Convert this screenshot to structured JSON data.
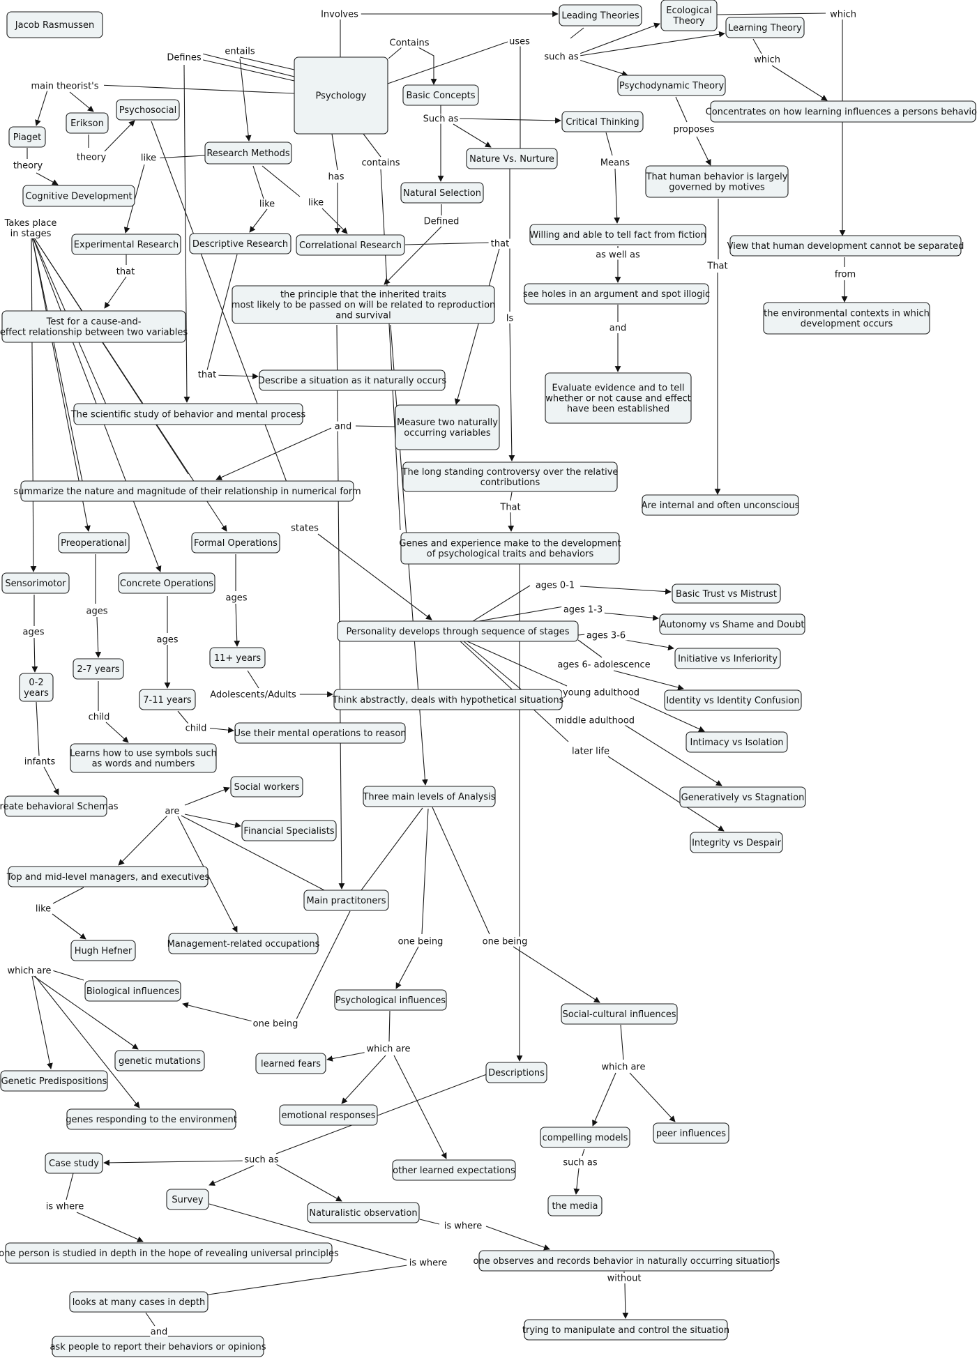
{
  "concepts": {
    "author": [
      "Jacob Rasmussen"
    ],
    "psychology": [
      "Psychology"
    ],
    "leading_theories": [
      "Leading Theories"
    ],
    "ecological": [
      "Ecological",
      "Theory"
    ],
    "learning_theory": [
      "Learning Theory"
    ],
    "psychodynamic": [
      "Psychodynamic Theory"
    ],
    "concentrates": [
      "Concentrates on how learning influences a persons behavior"
    ],
    "basic_concepts": [
      "Basic Concepts"
    ],
    "critical_thinking": [
      "Critical Thinking"
    ],
    "nature_nurture": [
      "Nature Vs. Nurture"
    ],
    "natural_selection": [
      "Natural Selection"
    ],
    "human_behavior": [
      "That human behavior is largely",
      "governed by motives"
    ],
    "view_dev": [
      "View that human development cannot be separated"
    ],
    "env_contexts": [
      "the environmental contexts in which",
      "development occurs"
    ],
    "willing": [
      "Willing and able to tell fact from fiction"
    ],
    "see_holes": [
      "see holes in an argument and spot illogic"
    ],
    "evaluate": [
      "Evaluate evidence and to tell",
      "whether or not cause and effect",
      "have been established"
    ],
    "principle": [
      "the principle that the inherited traits",
      "most likely to be passed on will be related to reproduction",
      "and survival"
    ],
    "piaget": [
      "Piaget"
    ],
    "erikson": [
      "Erikson"
    ],
    "psychosocial": [
      "Psychosocial"
    ],
    "research_methods": [
      "Research Methods"
    ],
    "cognitive_dev": [
      "Cognitive Development"
    ],
    "experimental": [
      "Experimental Research"
    ],
    "descriptive": [
      "Descriptive Research"
    ],
    "correlational": [
      "Correlational Research"
    ],
    "test_cause": [
      "Test for a cause-and-",
      "effect relationship between two variables"
    ],
    "describe_situation": [
      "Describe a situation as it naturally occurs"
    ],
    "scientific_study": [
      "The scientific study of behavior and mental process"
    ],
    "measure_two": [
      "Measure two naturally",
      "occurring variables"
    ],
    "long_standing": [
      "The long standing controversy over the relative",
      "contributions"
    ],
    "summarize": [
      "summarize the nature and magnitude of their relationship in numerical form"
    ],
    "genes_experience": [
      "Genes and experience make to the development",
      "of psychological traits and behaviors"
    ],
    "internal": [
      "Are internal and often unconscious"
    ],
    "preoperational": [
      "Preoperational"
    ],
    "formal_ops": [
      "Formal Operations"
    ],
    "sensorimotor": [
      "Sensorimotor"
    ],
    "concrete_ops": [
      "Concrete Operations"
    ],
    "personality": [
      "Personality develops through sequence of stages"
    ],
    "basic_trust": [
      "Basic Trust vs Mistrust"
    ],
    "autonomy": [
      "Autonomy vs Shame and Doubt"
    ],
    "initiative": [
      "Initiative vs Inferiority"
    ],
    "identity": [
      "Identity vs Identity Confusion"
    ],
    "intimacy": [
      "Intimacy vs Isolation"
    ],
    "generatively": [
      "Generatively vs Stagnation"
    ],
    "integrity": [
      "Integrity vs Despair"
    ],
    "age_11": [
      "11+ years"
    ],
    "age_2_7": [
      "2-7 years"
    ],
    "age_0_2": [
      "0-2",
      "years"
    ],
    "age_7_11": [
      "7-11 years"
    ],
    "think_abstract": [
      "Think abstractly, deals with hypothetical situations"
    ],
    "mental_ops": [
      "Use their mental operations to reason"
    ],
    "symbols": [
      "Learns how to use symbols such",
      "as words and numbers"
    ],
    "schemas": [
      "Create behavioral Schemas"
    ],
    "social_workers": [
      "Social workers"
    ],
    "financial": [
      "Financial Specialists"
    ],
    "three_levels": [
      "Three main levels of Analysis"
    ],
    "managers": [
      "Top and mid-level managers, and executives"
    ],
    "main_practitioners": [
      "Main practitoners"
    ],
    "hefner": [
      "Hugh Hefner"
    ],
    "mgmt_occupations": [
      "Management-related occupations"
    ],
    "biological": [
      "Biological influences"
    ],
    "psychological": [
      "Psychological influences"
    ],
    "social_cultural": [
      "Social-cultural influences"
    ],
    "genetic_mut": [
      "genetic mutations"
    ],
    "genetic_pred": [
      "Genetic Predispositions"
    ],
    "learned_fears": [
      "learned fears"
    ],
    "descriptions": [
      "Descriptions"
    ],
    "genes_env": [
      "genes responding to the environment"
    ],
    "emotional": [
      "emotional responses"
    ],
    "compelling": [
      "compelling models"
    ],
    "peer": [
      "peer influences"
    ],
    "case_study": [
      "Case study"
    ],
    "other_learned": [
      "other learned expectations"
    ],
    "survey": [
      "Survey"
    ],
    "naturalistic": [
      "Naturalistic observation"
    ],
    "the_media": [
      "the media"
    ],
    "one_person": [
      "one person is studied in depth in the hope of revealing universal principles"
    ],
    "one_observes": [
      "one observes and records behavior in naturally occurring situations"
    ],
    "many_cases": [
      "looks at many cases in depth"
    ],
    "trying": [
      "trying to manipulate and control the situation"
    ],
    "ask_people": [
      "ask people to report their behaviors or opinions"
    ]
  },
  "linking_phrases": {
    "involves": "Involves",
    "contains": "Contains",
    "uses": "uses",
    "which_top": "which",
    "defines": "Defines",
    "entails": "entails",
    "such_as_top": "such as",
    "which_lt": "which",
    "main_theorists": "main theorist's",
    "such_as_bc": "Such as",
    "proposes": "proposes",
    "theory_erikson": "theory",
    "theory_piaget": "theory",
    "like_rm": "like",
    "means": "Means",
    "contains_mid": "contains",
    "has": "has",
    "like_desc": "like",
    "like_corr": "like",
    "defined": "Defined",
    "takes_place": [
      "Takes place",
      "in stages"
    ],
    "that_corr": "that",
    "as_well_as": "as well as",
    "that_exp": "that",
    "from": "from",
    "that_psychodyn": "That",
    "is_nn": "Is",
    "and_evaluate": "and",
    "that_desc": "that",
    "and_measure": "and",
    "that_long": "That",
    "states": "states",
    "ages_0_1": "ages 0-1",
    "ages_1_3": "ages 1-3",
    "ages_3_6": "ages 3-6",
    "ages_preop": "ages",
    "ages_formal": "ages",
    "ages_sensori": "ages",
    "ages_concrete": "ages",
    "ages_6_adol": "ages 6- adolescence",
    "young_adulthood": "young adulthood",
    "adolescents_adults": "Adolescents/Adults",
    "middle_adulthood": "middle adulthood",
    "child_preop": "child",
    "child_concrete": "child",
    "later_life": "later life",
    "infants": "infants",
    "are": "are",
    "like_hefner": "like",
    "one_being_psych": "one being",
    "one_being_soc": "one being",
    "which_are_bio": "which are",
    "one_being_bio": "one being",
    "which_are_psych": "which are",
    "which_are_soc": "which are",
    "such_as_desc": "such as",
    "such_as_media": "such as",
    "is_where_case": "is where",
    "is_where_nat": "is where",
    "is_where_survey": "is where",
    "without": "without",
    "and_ask": "and"
  }
}
